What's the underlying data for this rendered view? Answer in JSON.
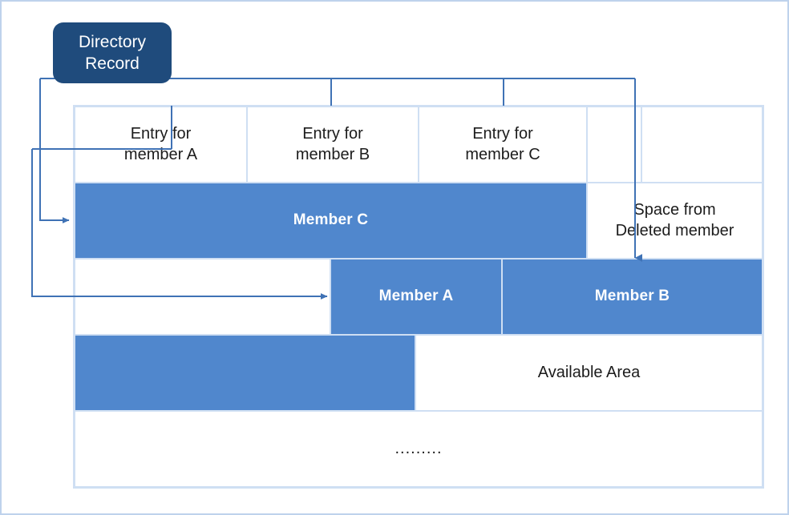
{
  "diagram": {
    "title_box": {
      "label": "Directory\nRecord",
      "line1": "Directory",
      "line2": "Record"
    },
    "colors": {
      "navy": "#1f4b7c",
      "member_blue": "#5087cd",
      "grid_line": "#cfdff3",
      "connector": "#3f72b5",
      "page_border": "#bed2ec",
      "text": "#1c1c1c"
    },
    "directory_row": {
      "entries": [
        {
          "line1": "Entry for",
          "line2": "member A",
          "name": "entry-member-a"
        },
        {
          "line1": "Entry for",
          "line2": "member B",
          "name": "entry-member-b"
        },
        {
          "line1": "Entry for",
          "line2": "member C",
          "name": "entry-member-c"
        },
        {
          "line1": "",
          "line2": "",
          "name": "entry-empty-1"
        },
        {
          "line1": "",
          "line2": "",
          "name": "entry-empty-2"
        }
      ]
    },
    "rows": {
      "member_c": {
        "label": "Member C"
      },
      "deleted_space": {
        "line1": "Space from",
        "line2": "Deleted member"
      },
      "member_a": {
        "label": "Member A"
      },
      "member_b": {
        "label": "Member B"
      },
      "available_area": {
        "label": "Available Area"
      },
      "ellipsis": {
        "label": "........."
      }
    },
    "connectors": [
      {
        "name": "connector-to-member-c",
        "from": "Directory Record",
        "to": "Member C",
        "arrow": "right"
      },
      {
        "name": "connector-to-member-a",
        "from": "Directory Record",
        "to": "Member A",
        "arrow": "right"
      },
      {
        "name": "connector-to-member-b",
        "from": "Directory Record",
        "to": "Member B",
        "arrow": "down"
      }
    ]
  }
}
